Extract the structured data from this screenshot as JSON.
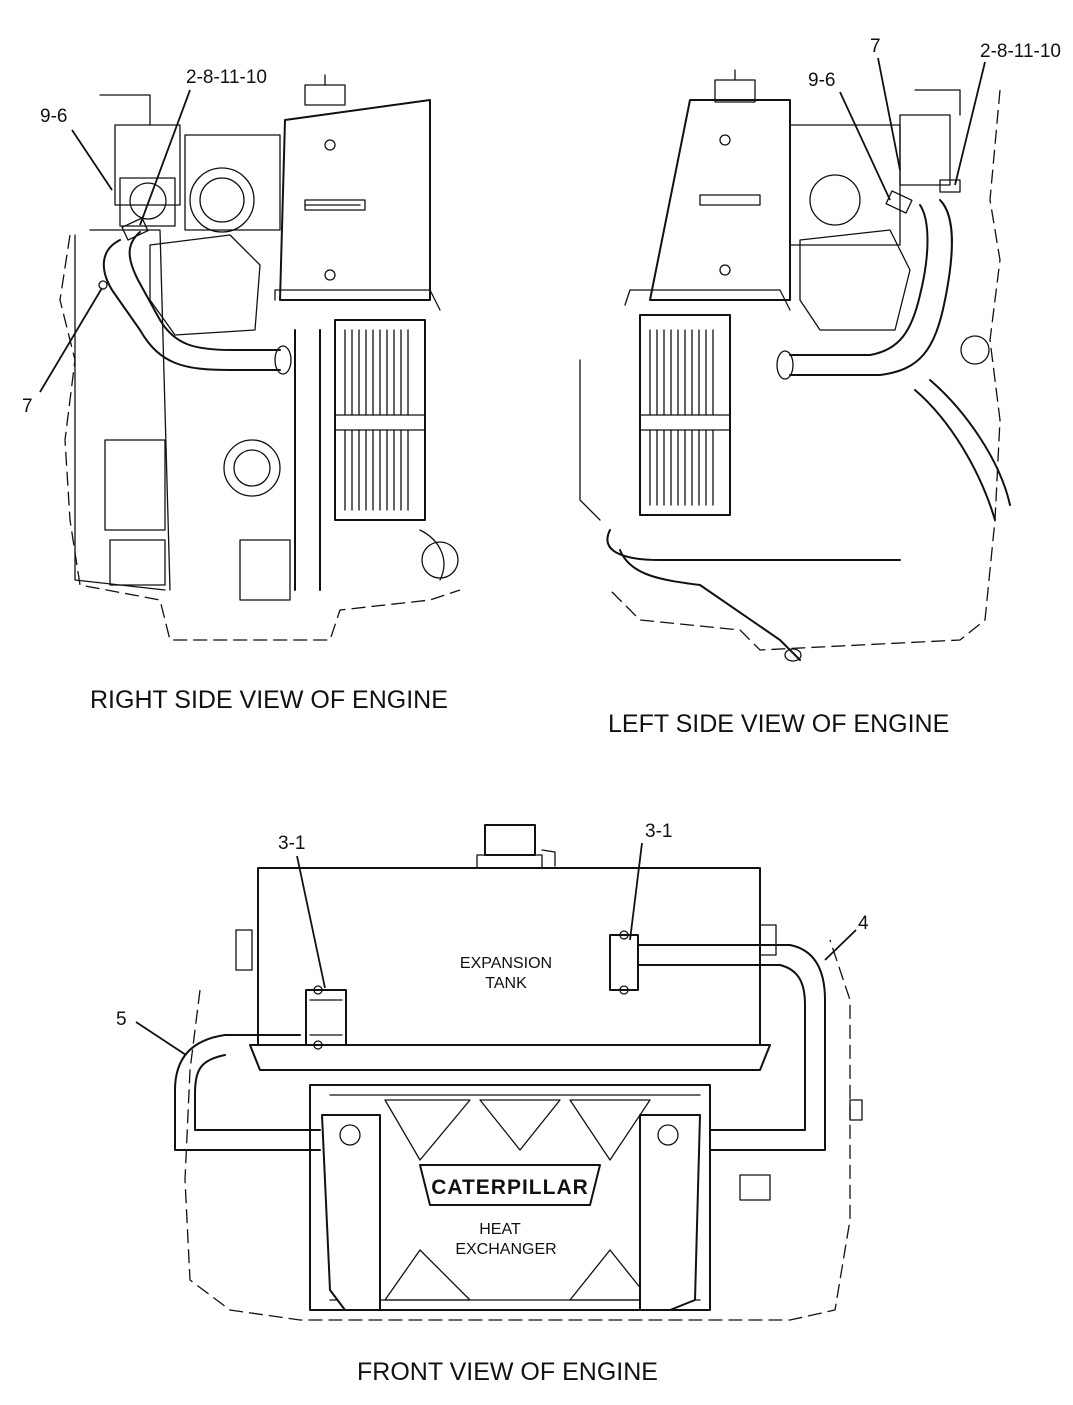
{
  "views": {
    "right_side": {
      "caption": "RIGHT SIDE VIEW OF ENGINE",
      "callouts": [
        "2-8-11-10",
        "9-6",
        "7"
      ]
    },
    "left_side": {
      "caption": "LEFT SIDE VIEW OF ENGINE",
      "callouts": [
        "7",
        "2-8-11-10",
        "9-6"
      ]
    },
    "front": {
      "caption": "FRONT VIEW OF ENGINE",
      "callouts": [
        "3-1",
        "3-1",
        "4",
        "5"
      ],
      "expansion_tank": [
        "EXPANSION",
        "TANK"
      ],
      "heat_exchanger": [
        "HEAT",
        "EXCHANGER"
      ],
      "brand": "CATERPILLAR"
    }
  }
}
